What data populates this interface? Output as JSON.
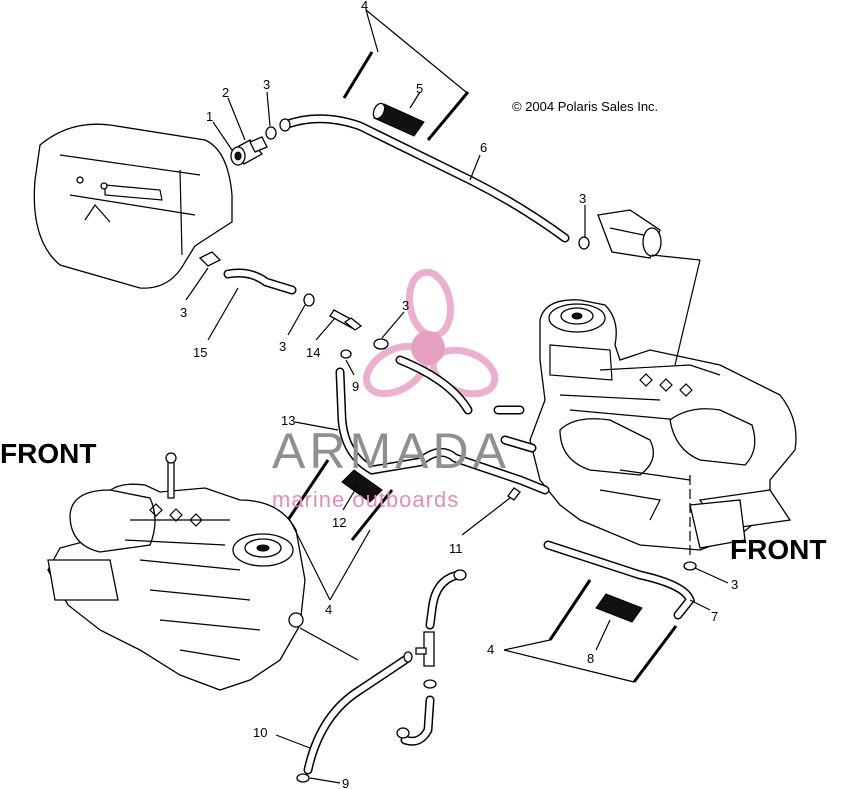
{
  "copyright": "© 2004 Polaris Sales Inc.",
  "labels": {
    "front_left": "FRONT",
    "front_right": "FRONT"
  },
  "watermark": {
    "title": "ARMADA",
    "subtitle": "marine outboards",
    "color_primary": "#e8a3c6",
    "color_title": "#8f8f8f"
  },
  "callouts": [
    {
      "id": "c1",
      "text": "1"
    },
    {
      "id": "c2",
      "text": "2"
    },
    {
      "id": "c3a",
      "text": "3"
    },
    {
      "id": "c4a",
      "text": "4"
    },
    {
      "id": "c5",
      "text": "5"
    },
    {
      "id": "c6",
      "text": "6"
    },
    {
      "id": "c3b",
      "text": "3"
    },
    {
      "id": "c3c",
      "text": "3"
    },
    {
      "id": "c15",
      "text": "15"
    },
    {
      "id": "c3d",
      "text": "3"
    },
    {
      "id": "c14",
      "text": "14"
    },
    {
      "id": "c3e",
      "text": "3"
    },
    {
      "id": "c9a",
      "text": "9"
    },
    {
      "id": "c13",
      "text": "13"
    },
    {
      "id": "c12",
      "text": "12"
    },
    {
      "id": "c11",
      "text": "11"
    },
    {
      "id": "c4b",
      "text": "4"
    },
    {
      "id": "c3f",
      "text": "3"
    },
    {
      "id": "c7",
      "text": "7"
    },
    {
      "id": "c4c",
      "text": "4"
    },
    {
      "id": "c8",
      "text": "8"
    },
    {
      "id": "c10",
      "text": "10"
    },
    {
      "id": "c9b",
      "text": "9"
    }
  ]
}
